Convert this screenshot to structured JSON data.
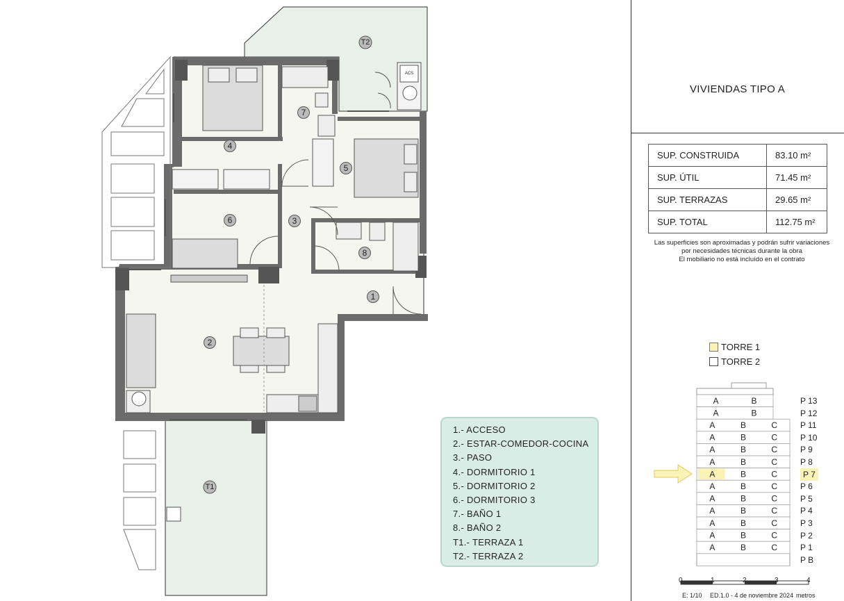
{
  "title": "VIVIENDAS TIPO A",
  "surfaces": [
    {
      "label": "SUP. CONSTRUIDA",
      "value": "83.10 m²"
    },
    {
      "label": "SUP. ÚTIL",
      "value": "71.45 m²"
    },
    {
      "label": "SUP. TERRAZAS",
      "value": "29.65 m²"
    },
    {
      "label": "SUP. TOTAL",
      "value": "112.75 m²"
    }
  ],
  "notes": [
    "Las superficies son aproximadas y podrán sufrir variaciones",
    "por necesidades técnicas durante la obra",
    "El mobiliario no está incluído en el contrato"
  ],
  "towers": [
    {
      "label": "TORRE 1",
      "highlighted": true
    },
    {
      "label": "TORRE 2",
      "highlighted": false
    }
  ],
  "highlight_color": "#fbf3b5",
  "legend_color": "#d9ede6",
  "legend": [
    "1.- ACCESO",
    "2.- ESTAR-COMEDOR-COCINA",
    "3.- PASO",
    "4.- DORMITORIO 1",
    "5.- DORMITORIO 2",
    "6.- DORMITORIO 3",
    "7.- BAÑO 1",
    "8.- BAÑO 2",
    "T1.- TERRAZA 1",
    "T2.- TERRAZA 2"
  ],
  "room_labels": {
    "r1": "1",
    "r2": "2",
    "r3": "3",
    "r4": "4",
    "r5": "5",
    "r6": "6",
    "r7": "7",
    "r8": "8",
    "t1": "T1",
    "t2": "T2",
    "acs": "ACS"
  },
  "building": {
    "floors": [
      {
        "label": "P 13",
        "units": [
          "A",
          "B"
        ]
      },
      {
        "label": "P 12",
        "units": [
          "A",
          "B"
        ]
      },
      {
        "label": "P 11",
        "units": [
          "A",
          "B",
          "C"
        ]
      },
      {
        "label": "P 10",
        "units": [
          "A",
          "B",
          "C"
        ]
      },
      {
        "label": "P 9",
        "units": [
          "A",
          "B",
          "C"
        ]
      },
      {
        "label": "P 8",
        "units": [
          "A",
          "B",
          "C"
        ]
      },
      {
        "label": "P 7",
        "units": [
          "A",
          "B",
          "C"
        ]
      },
      {
        "label": "P 6",
        "units": [
          "A",
          "B",
          "C"
        ]
      },
      {
        "label": "P 5",
        "units": [
          "A",
          "B",
          "C"
        ]
      },
      {
        "label": "P 4",
        "units": [
          "A",
          "B",
          "C"
        ]
      },
      {
        "label": "P 3",
        "units": [
          "A",
          "B",
          "C"
        ]
      },
      {
        "label": "P 2",
        "units": [
          "A",
          "B",
          "C"
        ]
      },
      {
        "label": "P 1",
        "units": [
          "A",
          "B",
          "C"
        ]
      },
      {
        "label": "P B",
        "units": []
      }
    ],
    "selected_floor": "P 7",
    "selected_unit": "A"
  },
  "scale": {
    "ticks": [
      "0",
      "1",
      "2",
      "3",
      "4"
    ],
    "unit": "metros",
    "ratio": "E: 1/10",
    "edition": "ED.1.0 - 4 de noviembre 2024"
  }
}
